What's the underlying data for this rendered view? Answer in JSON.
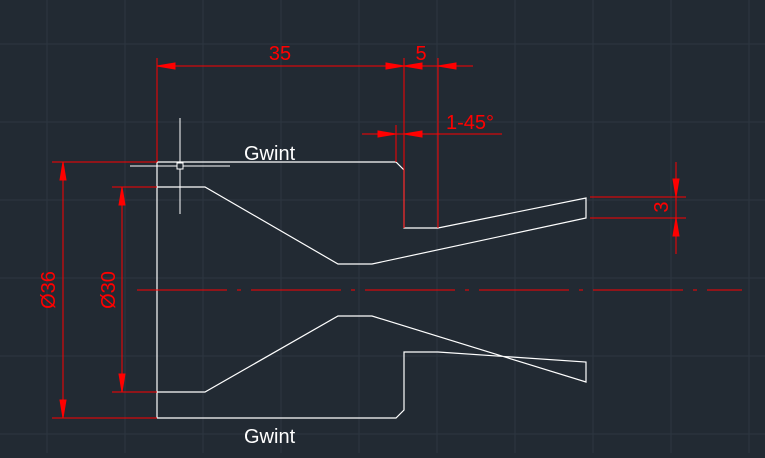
{
  "drawing": {
    "dimensions": {
      "length_35": "35",
      "length_5": "5",
      "chamfer": "1-45°",
      "gap_3": "3",
      "dia_36": "Ø36",
      "dia_30": "Ø30"
    },
    "labels": {
      "thread_top": "Gwint",
      "thread_bottom": "Gwint"
    }
  },
  "colors": {
    "background": "#222a33",
    "grid": "#2d3640",
    "outline": "#ffffff",
    "dimension": "#ff0000"
  }
}
